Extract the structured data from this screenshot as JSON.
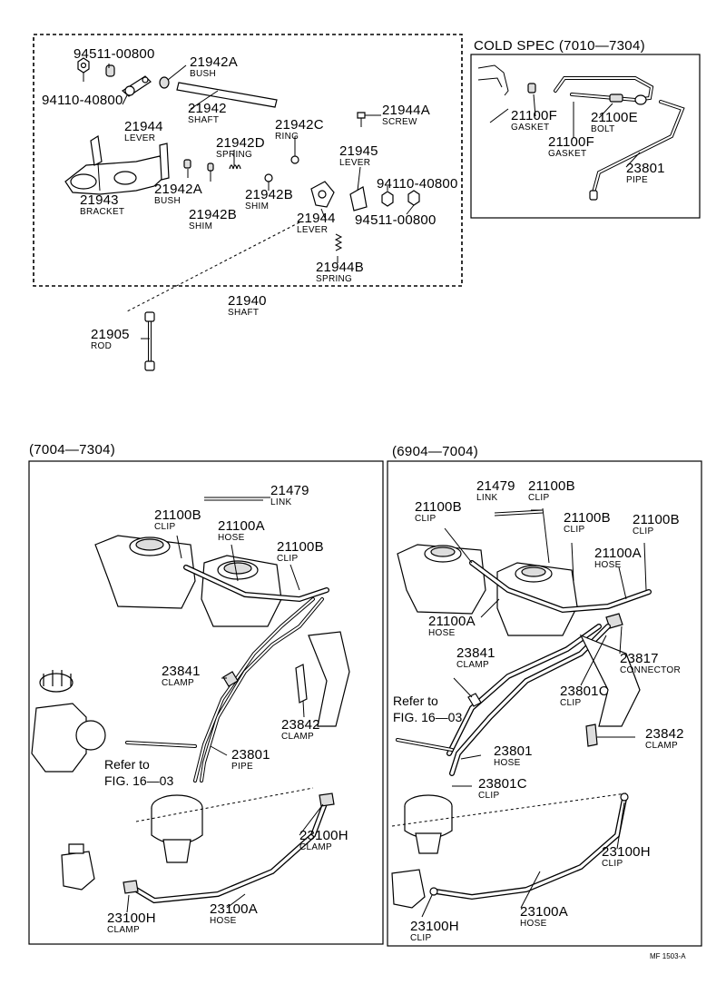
{
  "panels": {
    "top_left": {
      "parts": [
        {
          "number": "94511-00800",
          "name": ""
        },
        {
          "number": "94110-40800",
          "name": ""
        },
        {
          "number": "21942A",
          "name": "BUSH"
        },
        {
          "number": "21942",
          "name": "SHAFT"
        },
        {
          "number": "21944",
          "name": "LEVER"
        },
        {
          "number": "21942C",
          "name": "RING"
        },
        {
          "number": "21944A",
          "name": "SCREW"
        },
        {
          "number": "21942D",
          "name": "SPRING"
        },
        {
          "number": "21945",
          "name": "LEVER"
        },
        {
          "number": "21943",
          "name": "BRACKET"
        },
        {
          "number": "21942A",
          "name": "BUSH"
        },
        {
          "number": "21942B",
          "name": "SHIM"
        },
        {
          "number": "21942B",
          "name": "SHIM"
        },
        {
          "number": "94110-40800",
          "name": ""
        },
        {
          "number": "21944",
          "name": "LEVER"
        },
        {
          "number": "94511-00800",
          "name": ""
        },
        {
          "number": "21944B",
          "name": "SPRING"
        },
        {
          "number": "21940",
          "name": "SHAFT"
        },
        {
          "number": "21905",
          "name": "ROD"
        }
      ]
    },
    "cold_spec": {
      "title": "COLD SPEC   (7010—7304)",
      "parts": [
        {
          "number": "21100F",
          "name": "GASKET"
        },
        {
          "number": "21100E",
          "name": "BOLT"
        },
        {
          "number": "21100F",
          "name": "GASKET"
        },
        {
          "number": "23801",
          "name": "PIPE"
        }
      ]
    },
    "bottom_left": {
      "title": "(7004—7304)",
      "refer_to": "Refer to\nFIG. 16—03",
      "parts": [
        {
          "number": "21479",
          "name": "LINK"
        },
        {
          "number": "21100B",
          "name": "CLIP"
        },
        {
          "number": "21100A",
          "name": "HOSE"
        },
        {
          "number": "21100B",
          "name": "CLIP"
        },
        {
          "number": "23841",
          "name": "CLAMP"
        },
        {
          "number": "23842",
          "name": "CLAMP"
        },
        {
          "number": "23801",
          "name": "PIPE"
        },
        {
          "number": "23100H",
          "name": "CLAMP"
        },
        {
          "number": "23100A",
          "name": "HOSE"
        },
        {
          "number": "23100H",
          "name": "CLAMP"
        }
      ]
    },
    "bottom_right": {
      "title": "(6904—7004)",
      "refer_to": "Refer to\nFIG. 16—03",
      "parts": [
        {
          "number": "21479",
          "name": "LINK"
        },
        {
          "number": "21100B",
          "name": "CLIP"
        },
        {
          "number": "21100B",
          "name": "CLIP"
        },
        {
          "number": "21100B",
          "name": "CLIP"
        },
        {
          "number": "21100B",
          "name": "CLIP"
        },
        {
          "number": "21100A",
          "name": "HOSE"
        },
        {
          "number": "21100A",
          "name": "HOSE"
        },
        {
          "number": "23841",
          "name": "CLAMP"
        },
        {
          "number": "23817",
          "name": "CONNECTOR"
        },
        {
          "number": "23801C",
          "name": "CLIP"
        },
        {
          "number": "23842",
          "name": "CLAMP"
        },
        {
          "number": "23801",
          "name": "HOSE"
        },
        {
          "number": "23801C",
          "name": "CLIP"
        },
        {
          "number": "23100H",
          "name": "CLIP"
        },
        {
          "number": "23100A",
          "name": "HOSE"
        },
        {
          "number": "23100H",
          "name": "CLIP"
        }
      ]
    }
  },
  "footer": "MF 1503-A"
}
